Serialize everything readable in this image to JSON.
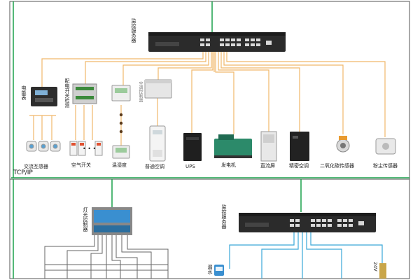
{
  "colors": {
    "ethernet_green": "#1aa04a",
    "signal_orange": "#f0b86a",
    "rs485_blue": "#3aa8d8",
    "border": "#555555",
    "device_dark": "#2b2b2b"
  },
  "top": {
    "server_label": "监控服务器",
    "devices": [
      {
        "key": "meter",
        "label": "电能表"
      },
      {
        "key": "switch_detector",
        "label": "配电开关检测"
      },
      {
        "key": "ac_controller",
        "label": "空调控制器"
      },
      {
        "key": "current_transformer",
        "label": "交流互感器"
      },
      {
        "key": "air_switch",
        "label": "空气开关"
      },
      {
        "key": "temp_humidity",
        "label": "温湿度"
      },
      {
        "key": "common_ac",
        "label": "普通空调"
      },
      {
        "key": "ups",
        "label": "UPS"
      },
      {
        "key": "generator",
        "label": "发电机"
      },
      {
        "key": "dc_panel",
        "label": "直流屏"
      },
      {
        "key": "precision_ac",
        "label": "精密空调"
      },
      {
        "key": "co2_sensor",
        "label": "二氧化碳传感器"
      },
      {
        "key": "dust_sensor",
        "label": "粉尘传感器"
      }
    ],
    "dots": "• • •"
  },
  "network_label": "TCP/IP",
  "bottom": {
    "server_label": "监控服务器",
    "light_controller_label": "灯光控制器",
    "partial_label_1": "漏水",
    "partial_label_2": "24V"
  }
}
